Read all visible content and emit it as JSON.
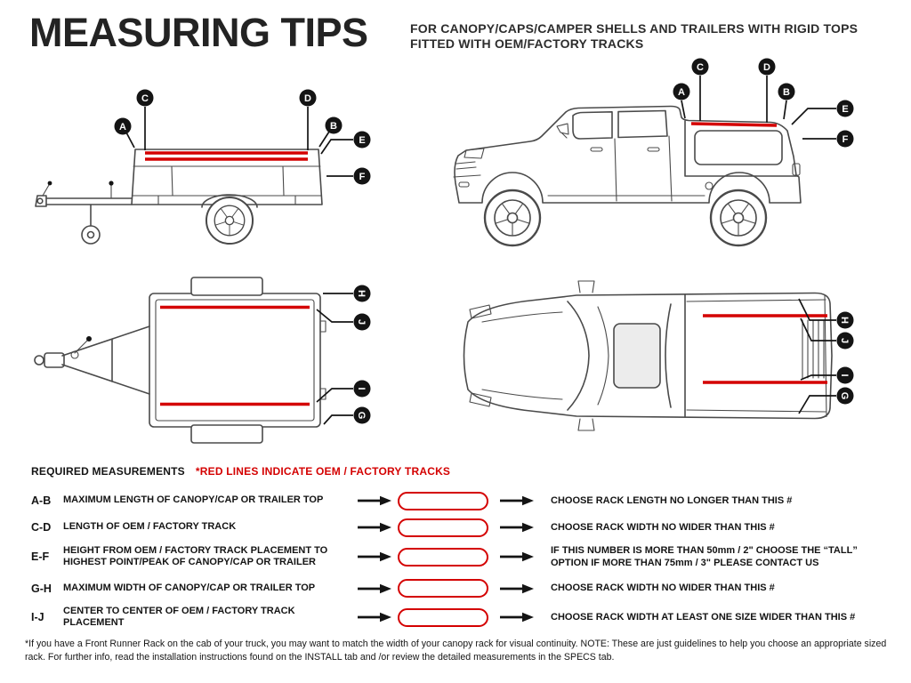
{
  "colors": {
    "red": "#d40000",
    "ink": "#1d1d1d",
    "line": "#4a4a4a"
  },
  "header": {
    "title": "MEASURING TIPS",
    "subtitle_line1": "FOR CANOPY/CAPS/CAMPER SHELLS AND TRAILERS WITH RIGID TOPS",
    "subtitle_line2": "FITTED WITH OEM/FACTORY TRACKS"
  },
  "markers": {
    "side": [
      "A",
      "C",
      "D",
      "B",
      "E",
      "F"
    ],
    "top": [
      "H",
      "J",
      "I",
      "G"
    ]
  },
  "legend": {
    "required": "REQUIRED MEASUREMENTS",
    "red_note": "*RED LINES INDICATE OEM / FACTORY TRACKS"
  },
  "rows": [
    {
      "key": "A-B",
      "desc": "MAXIMUM LENGTH OF CANOPY/CAP OR TRAILER TOP",
      "result": "CHOOSE RACK LENGTH NO LONGER THAN THIS #"
    },
    {
      "key": "C-D",
      "desc": "LENGTH OF OEM / FACTORY TRACK",
      "result": "CHOOSE RACK WIDTH NO WIDER THAN THIS #"
    },
    {
      "key": "E-F",
      "desc": "HEIGHT FROM OEM / FACTORY TRACK PLACEMENT TO HIGHEST POINT/PEAK OF CANOPY/CAP OR TRAILER",
      "result": "IF THIS NUMBER IS MORE THAN 50mm / 2\" CHOOSE THE “TALL” OPTION IF MORE THAN 75mm / 3\" PLEASE CONTACT US"
    },
    {
      "key": "G-H",
      "desc": "MAXIMUM WIDTH OF CANOPY/CAP OR TRAILER TOP",
      "result": "CHOOSE RACK WIDTH NO WIDER THAN THIS #"
    },
    {
      "key": "I-J",
      "desc": "CENTER TO CENTER OF OEM / FACTORY TRACK PLACEMENT",
      "result": "CHOOSE RACK WIDTH AT LEAST ONE SIZE WIDER THAN THIS #"
    }
  ],
  "footnote": "*If you have a Front Runner Rack on the cab of your truck, you may want to match the width of your canopy rack for visual continuity. NOTE: These are just guidelines to help you choose an appropriate sized rack. For further info, read the installation instructions found on the INSTALL tab and /or review the detailed measurements in the SPECS tab."
}
